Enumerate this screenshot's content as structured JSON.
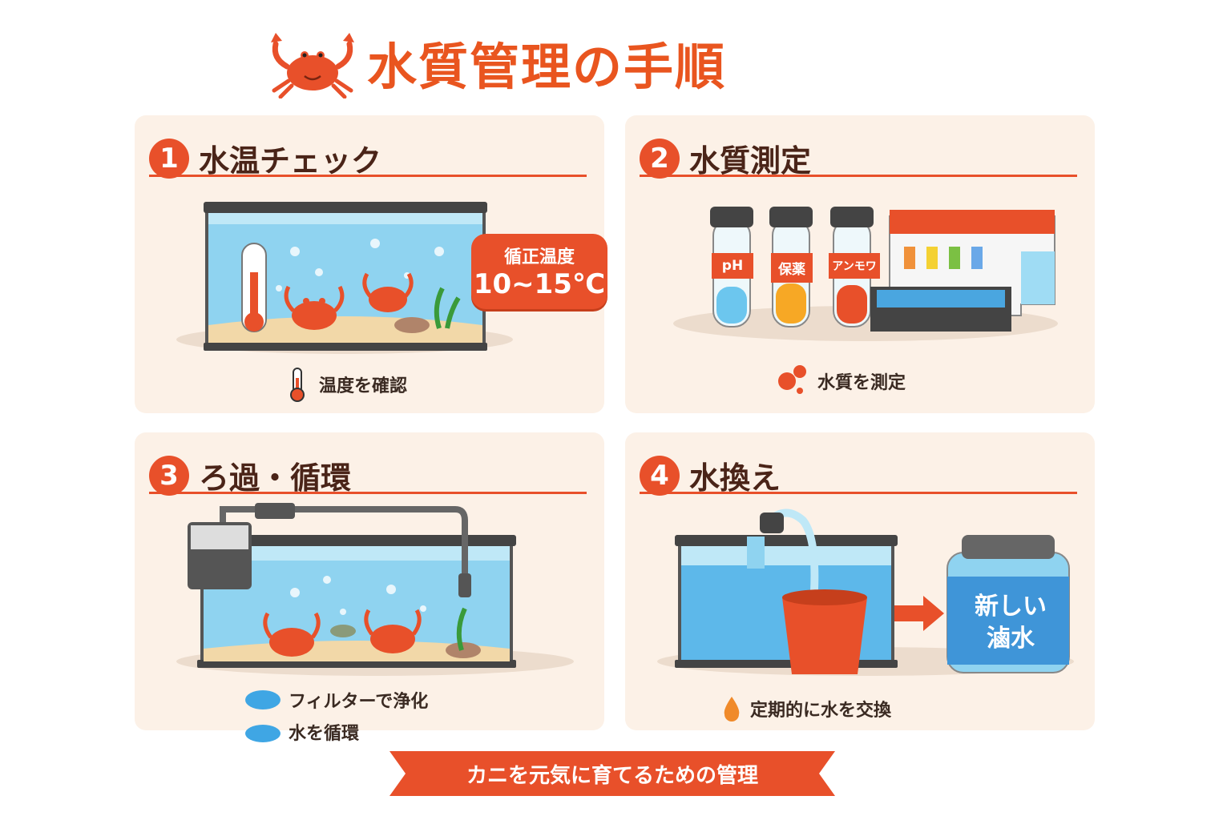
{
  "title": "水質管理の手順",
  "steps": [
    {
      "num": "1",
      "title": "水温チェック",
      "badge_label": "循正温度",
      "badge_value": "10~15℃",
      "caption": "温度を確認"
    },
    {
      "num": "2",
      "title": "水質測定",
      "tube_labels": [
        "pH",
        "保薬",
        "アンモワ"
      ],
      "caption": "水質を測定"
    },
    {
      "num": "3",
      "title": "ろ過・循環",
      "captions": [
        "フィルターで浄化",
        "水を循環"
      ]
    },
    {
      "num": "4",
      "title": "水換え",
      "jar_label_line1": "新しい",
      "jar_label_line2": "滷水",
      "caption": "定期的に水を交換"
    }
  ],
  "footer_banner": "カニを元気に育てるための管理",
  "colors": {
    "accent": "#e8502a",
    "panel": "#fcf1e7",
    "water": "#8fd3f0",
    "text": "#4a2418"
  }
}
